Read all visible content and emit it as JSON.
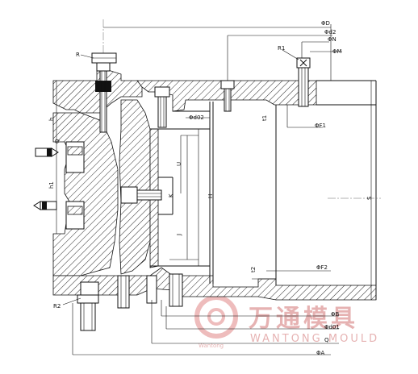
{
  "dimensions": {
    "top": {
      "D": "ΦD",
      "d2": "Φd2",
      "N": "ΦN",
      "M": "ΦM",
      "d02": "Φd02",
      "F1": "ΦF1",
      "t1": "t1"
    },
    "bottom": {
      "F2": "ΦF2",
      "t2": "t2",
      "B": "ΦB",
      "d01": "Φd01",
      "A": "ΦA"
    },
    "vertical": {
      "h": "h",
      "h1": "h1",
      "U": "U",
      "K": "K",
      "H": "H",
      "J": "J",
      "S": "S",
      "Q": "Q"
    },
    "labels": {
      "R": "R",
      "R1": "R1",
      "R2": "R2"
    }
  },
  "watermark": {
    "title": "万通模具",
    "subtitle": "WANTONG MOULD",
    "small": "Wantong"
  }
}
